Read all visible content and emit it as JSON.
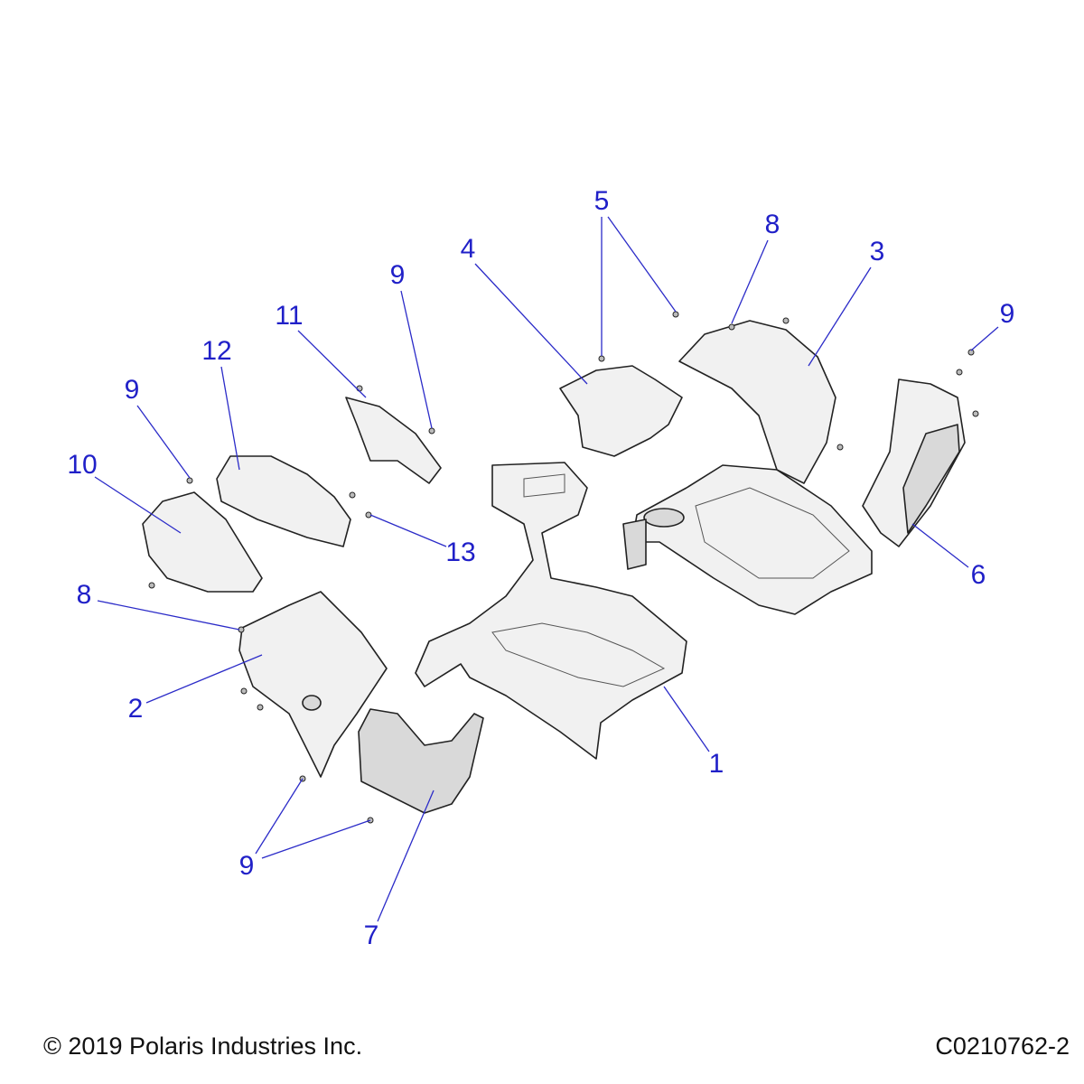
{
  "callouts": [
    {
      "id": "c5",
      "label": "5"
    },
    {
      "id": "c8a",
      "label": "8"
    },
    {
      "id": "c3",
      "label": "3"
    },
    {
      "id": "c4",
      "label": "4"
    },
    {
      "id": "c9a",
      "label": "9"
    },
    {
      "id": "c11",
      "label": "11"
    },
    {
      "id": "c12",
      "label": "12"
    },
    {
      "id": "c9b",
      "label": "9"
    },
    {
      "id": "c10",
      "label": "10"
    },
    {
      "id": "c9c",
      "label": "9"
    },
    {
      "id": "c6",
      "label": "6"
    },
    {
      "id": "c13",
      "label": "13"
    },
    {
      "id": "c8b",
      "label": "8"
    },
    {
      "id": "c2",
      "label": "2"
    },
    {
      "id": "c1",
      "label": "1"
    },
    {
      "id": "c9d",
      "label": "9"
    },
    {
      "id": "c7",
      "label": "7"
    }
  ],
  "footer": {
    "copyright": "© 2019 Polaris Industries Inc.",
    "drawing_number": "C0210762-2"
  },
  "colors": {
    "callout": "#2020c8",
    "line_art": "#222222"
  }
}
